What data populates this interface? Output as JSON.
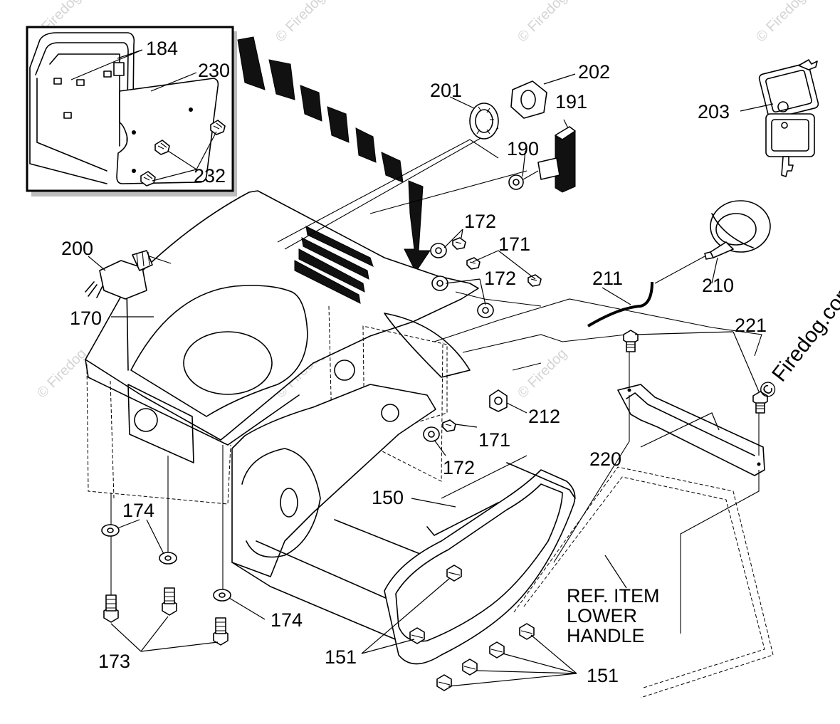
{
  "diagram": {
    "callouts": {
      "p184": "184",
      "p230": "230",
      "p232": "232",
      "p202": "202",
      "p201": "201",
      "p191": "191",
      "p190": "190",
      "p203": "203",
      "p200": "200",
      "p170": "170",
      "p172a": "172",
      "p171a": "171",
      "p172b": "172",
      "p211": "211",
      "p210": "210",
      "p221": "221",
      "p212": "212",
      "p171b": "171",
      "p172c": "172",
      "p220": "220",
      "p150": "150",
      "p174a": "174",
      "p174b": "174",
      "p173": "173",
      "p151a": "151",
      "p151b": "151"
    },
    "ref_note": {
      "line1": "REF. ITEM",
      "line2": "LOWER",
      "line3": "HANDLE"
    },
    "watermark": "© Firedog",
    "side_watermark": "© Firedog.com"
  }
}
